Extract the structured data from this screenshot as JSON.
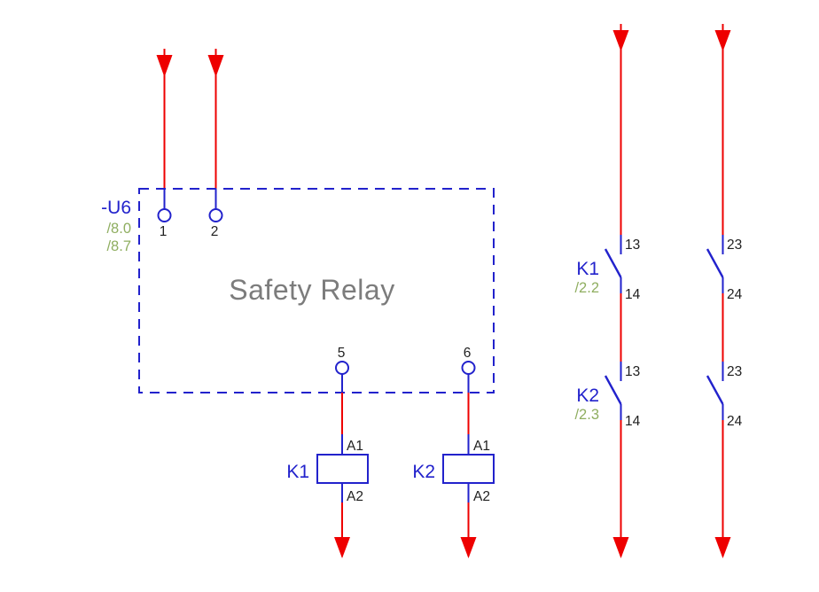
{
  "colors": {
    "wire_red": "#ee0000",
    "symbol_blue": "#2222cc",
    "reference_green": "#8fae60",
    "title_gray": "#7c7c7c",
    "pin_text_black": "#1f1f1f",
    "background": "#ffffff"
  },
  "icons": {
    "connection_arrow_down": "filled-triangle-down"
  },
  "relay_box": {
    "device_tag": "-U6",
    "cross_refs": [
      "/8.0",
      "/8.7"
    ],
    "title": "Safety Relay",
    "top_terminals": [
      "1",
      "2"
    ],
    "bottom_terminals": [
      "5",
      "6"
    ]
  },
  "coils": [
    {
      "tag": "K1",
      "pin_top": "A1",
      "pin_bottom": "A2"
    },
    {
      "tag": "K2",
      "pin_top": "A1",
      "pin_bottom": "A2"
    }
  ],
  "contact_groups": [
    {
      "tag": "K1",
      "cross_ref": "/2.2",
      "col1_pins": [
        "13",
        "14"
      ],
      "col2_pins": [
        "23",
        "24"
      ]
    },
    {
      "tag": "K2",
      "cross_ref": "/2.3",
      "col1_pins": [
        "13",
        "14"
      ],
      "col2_pins": [
        "23",
        "24"
      ]
    }
  ]
}
